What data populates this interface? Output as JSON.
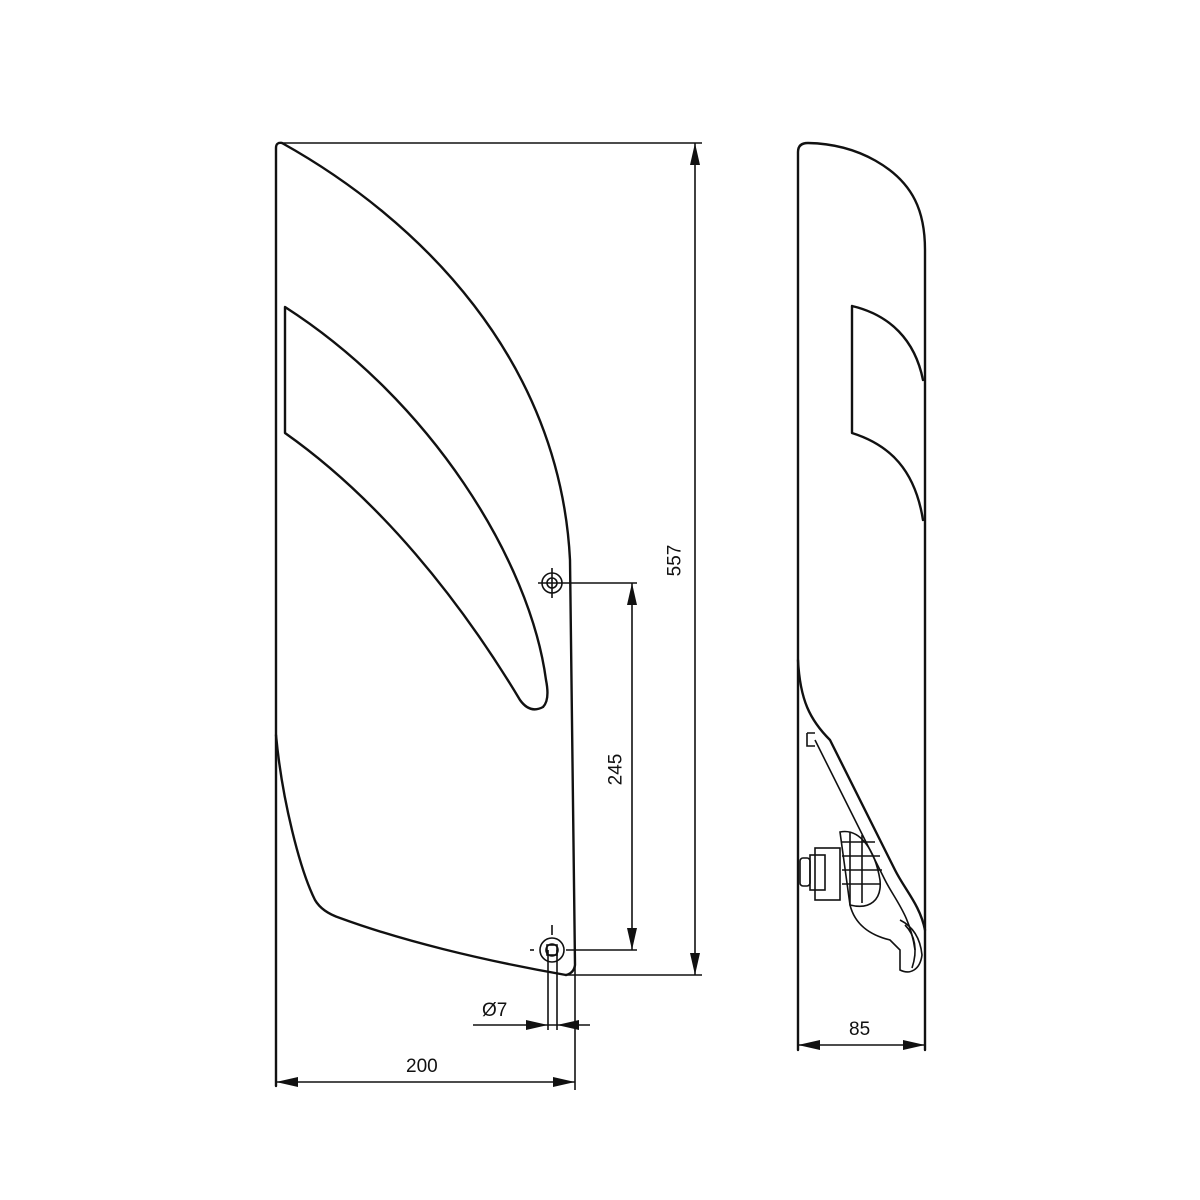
{
  "drawing": {
    "subject": "hand dryer dimension drawing",
    "views": [
      "front-view",
      "side-view"
    ],
    "line_color": "#111111",
    "background": "#ffffff"
  },
  "dimensions": {
    "total_height": "557",
    "mounting_hole_spacing": "245",
    "hole_diameter": "Ø7",
    "width": "200",
    "depth": "85"
  }
}
